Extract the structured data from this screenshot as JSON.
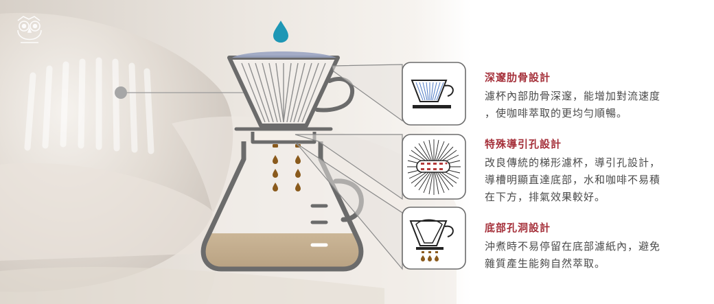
{
  "features": [
    {
      "title": "深邃肋骨設計",
      "body": "濾杯內部肋骨深邃，能增加對流速度\n，使咖啡萃取的更均勻順暢。"
    },
    {
      "title": "特殊導引孔設計",
      "body": "改良傳統的梯形濾杯，導引孔設計，\n導槽明顯直達底部，水和咖啡不易積\n在下方，排氣效果較好。"
    },
    {
      "title": "底部孔洞設計",
      "body": "沖煮時不易停留在底部濾紙內，避免\n雜質產生能夠自然萃取。"
    }
  ],
  "icons": [
    "logo-owl-icon",
    "water-drop-icon",
    "dripper-rib-icon",
    "dripper-holes-top-view-icon",
    "dripper-bottom-drip-icon"
  ],
  "colors": {
    "accent_title": "#a5303a",
    "water_drop": "#1e97b5",
    "coffee_drops": "#8a5a1c",
    "outline": "#6b6b6b",
    "coffee_liquid": "#c2ad8c"
  }
}
